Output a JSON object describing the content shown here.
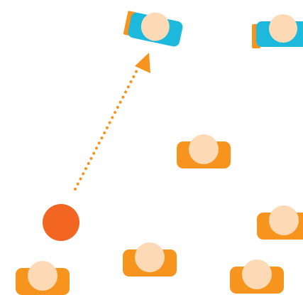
{
  "colors": {
    "background": "#ffffff",
    "ball": "#f26522",
    "pass_arrow": "#f7941d",
    "team_orange_body": "#f7941d",
    "team_blue_body": "#1cb9dd",
    "team_blue_accent": "#f7941d",
    "head": "#fdd9b5"
  },
  "scene": {
    "ball": {
      "icon": "ball-icon"
    },
    "pass": {
      "style": "dotted",
      "icon": "arrow-head-icon"
    },
    "players": [
      {
        "team": "blue",
        "icon": "player-icon"
      },
      {
        "team": "blue",
        "icon": "player-icon"
      },
      {
        "team": "orange",
        "icon": "player-icon"
      },
      {
        "team": "orange",
        "icon": "player-icon"
      },
      {
        "team": "orange",
        "icon": "player-icon"
      },
      {
        "team": "orange",
        "icon": "player-icon"
      },
      {
        "team": "orange",
        "icon": "player-icon"
      }
    ]
  }
}
